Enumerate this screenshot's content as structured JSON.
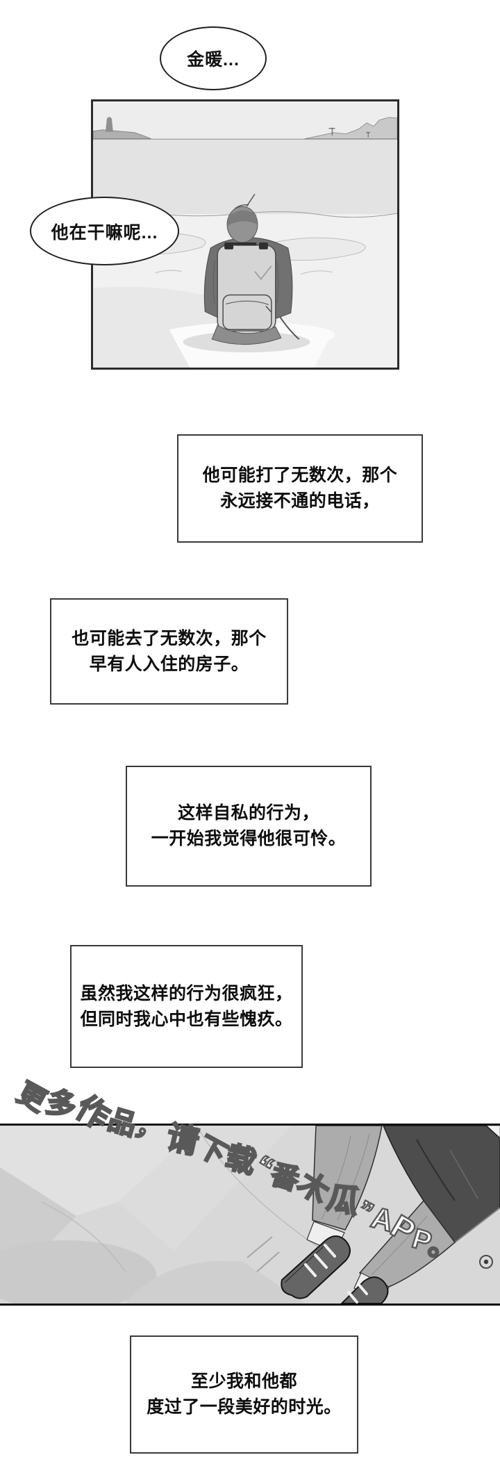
{
  "page": {
    "background": "#ffffff",
    "ink": "#2b2b2b",
    "paper": "#ffffff"
  },
  "bubbles": [
    {
      "text": "金暖..."
    },
    {
      "text": "他在干嘛呢..."
    }
  ],
  "captions": [
    {
      "lines": [
        "他可能打了无数次，那个",
        "永远接不通的电话，"
      ]
    },
    {
      "lines": [
        "也可能去了无数次，那个",
        "早有人入住的房子。"
      ]
    },
    {
      "lines": [
        "这样自私的行为，",
        "一开始我觉得他很可怜。"
      ]
    },
    {
      "lines": [
        "虽然我这样的行为很疯狂，",
        "但同时我心中也有些愧疚。"
      ]
    },
    {
      "lines": [
        "至少我和他都",
        "度过了一段美好的时光。"
      ]
    }
  ],
  "watermark": {
    "text": "更多作品，请下载“番木瓜”APP。",
    "fill": "#ffffff",
    "outline": "#595959"
  }
}
